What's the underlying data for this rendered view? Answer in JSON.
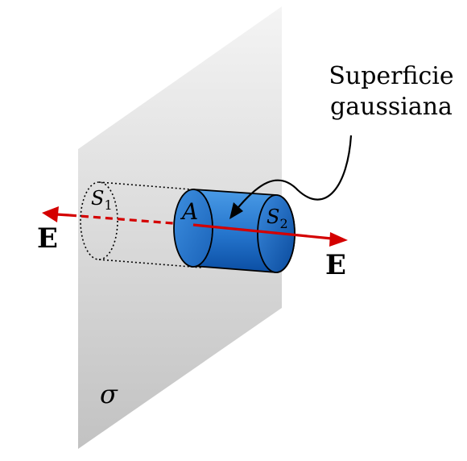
{
  "labels": {
    "surface_line1": "Superficie",
    "surface_line2": "gaussiana",
    "end_cap_left": "S",
    "end_cap_left_sub": "1",
    "end_cap_right": "S",
    "end_cap_right_sub": "2",
    "area": "A",
    "field_left": "E",
    "field_right": "E",
    "sigma": "σ"
  },
  "colors": {
    "field_arrow": "#d40000",
    "cylinder_dark": "#0a50a8",
    "cylinder_light": "#3d8fe0",
    "plane_top": "#f2f2f2",
    "plane_bottom": "#c4c4c4",
    "outline": "#000000"
  }
}
